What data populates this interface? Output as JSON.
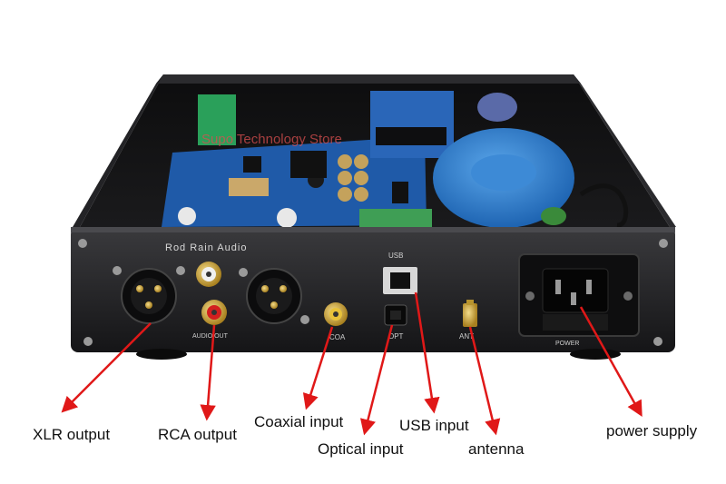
{
  "watermark": "Supo Technology Store",
  "panel": {
    "brand": "Rod Rain Audio",
    "usb_label": "USB",
    "audio_out_label": "AUDIO OUT",
    "coa_label": "COA",
    "opt_label": "OPT",
    "ant_label": "ANT",
    "power_label": "POWER"
  },
  "callouts": {
    "xlr": "XLR output",
    "rca": "RCA output",
    "coaxial": "Coaxial input",
    "optical": "Optical input",
    "usb": "USB input",
    "antenna": "antenna",
    "power": "power supply"
  },
  "colors": {
    "chassis": "#1c1c1e",
    "panel": "#2a2a2c",
    "pcb": "#1f5aa8",
    "transformer": "#2f7fd0",
    "arrow": "#e01818",
    "gold": "#c9a23a",
    "rca_red": "#d21f1f"
  }
}
